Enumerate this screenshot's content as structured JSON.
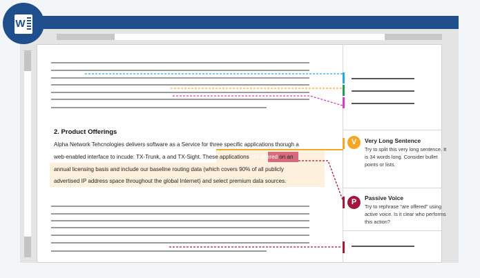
{
  "app": {
    "logo_letter": "W",
    "accent": "#1f4e8c"
  },
  "document": {
    "heading": "2. Product Offerings",
    "lines": [
      {
        "before": "Alpha Network Tehcnologies delivers software as a Service for three specific applications thorugh a"
      },
      {
        "before": "web-enabled interface to incude: TX-Trunk, a and TX-Sight. ",
        "mid": "These applications ",
        "flag": "are offered",
        "after": " on an"
      },
      {
        "before": "annual licensing basis and include our baseline routing data (which covers 90% of all publicly"
      },
      {
        "before": "advertised IP address space throughout the global Internet) and select premium data sources."
      }
    ]
  },
  "suggestions": [
    {
      "letter": "V",
      "title": "Very Long Sentence",
      "body": "Try to split this very long sentence. It is 34 words long. Consider bullet points or lists.",
      "color": "#f5a623"
    },
    {
      "letter": "P",
      "title": "Passive Voice",
      "body": "Try to rephrase \"are offered\" using active voice. Is it clear who performs this action?",
      "color": "#a3173c"
    }
  ],
  "marker_colors": {
    "cyan": "#29a9d9",
    "green": "#1e9a5c",
    "magenta": "#d63ac9",
    "orange": "#f5a623",
    "red": "#a3173c"
  }
}
